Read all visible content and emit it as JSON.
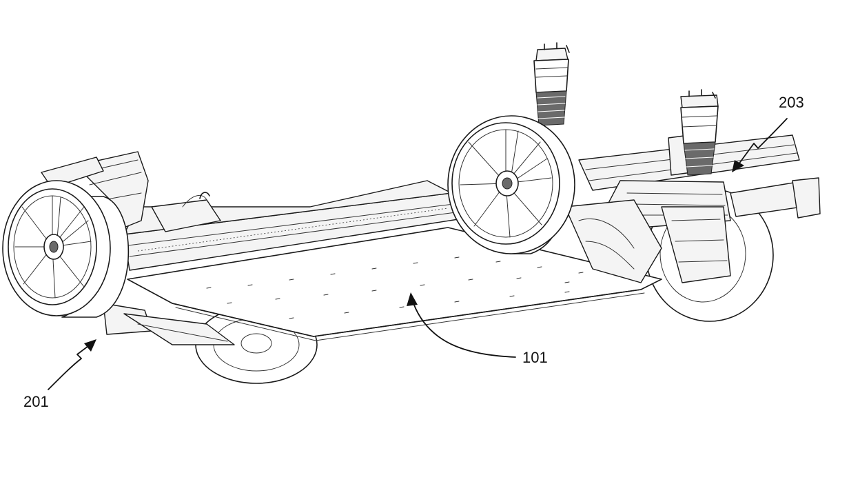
{
  "references": {
    "battery_pack": "101",
    "front_subframe": "201",
    "rear_subframe": "203"
  },
  "colors": {
    "line": "#1a1a1a",
    "background": "#ffffff"
  }
}
